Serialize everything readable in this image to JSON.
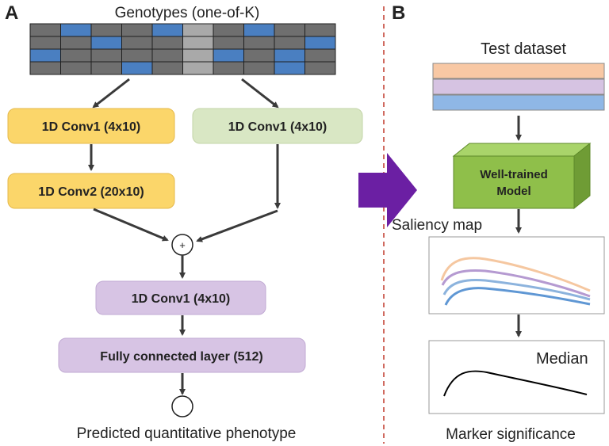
{
  "panel_a": {
    "letter": "A",
    "genotype_title": "Genotypes (one-of-K)",
    "genotype_grid": {
      "rows": 4,
      "cols": 10,
      "highlighted_col": 5,
      "blue_cells": [
        [
          0,
          1
        ],
        [
          0,
          4
        ],
        [
          0,
          7
        ],
        [
          1,
          2
        ],
        [
          1,
          9
        ],
        [
          2,
          0
        ],
        [
          2,
          6
        ],
        [
          2,
          8
        ],
        [
          3,
          3
        ],
        [
          3,
          8
        ]
      ],
      "colors": {
        "cell": "#6f6f6f",
        "blue": "#4a7fc1",
        "highlight": "#a9a9a9",
        "grid_line": "#1f1f1f"
      }
    },
    "branch_left_1": "1D Conv1 (4x10)",
    "branch_left_2": "1D Conv2 (20x10)",
    "branch_right": "1D Conv1 (4x10)",
    "merge_symbol": "+",
    "conv_after_merge": "1D Conv1 (4x10)",
    "fc_layer": "Fully connected layer (512)",
    "output_label": "Predicted quantitative phenotype",
    "colors": {
      "yellow": "#fbd66a",
      "green": "#d9e7c4",
      "purple": "#d7c4e4"
    }
  },
  "panel_b": {
    "letter": "B",
    "test_dataset_label": "Test dataset",
    "dataset_bar_colors": [
      "#f8c8a4",
      "#d6c3e2",
      "#8fb7e6"
    ],
    "model_label_line1": "Well-trained",
    "model_label_line2": "Model",
    "saliency_label": "Saliency map",
    "median_label": "Median",
    "marker_label": "Marker significance",
    "saliency_curve_colors": [
      "#f5c7a0",
      "#b59ad1",
      "#8cb3dd",
      "#5f97d4"
    ],
    "colors": {
      "model_front": "#8fbf4a",
      "model_top": "#a9d46a",
      "model_side": "#6f9c35",
      "arrow": "#6b1fa3"
    }
  }
}
